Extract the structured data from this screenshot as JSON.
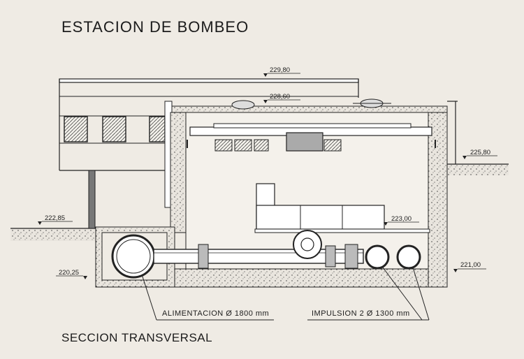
{
  "title": "ESTACION DE BOMBEO",
  "subtitle": "SECCION TRANSVERSAL",
  "elevations": {
    "roof": "229,80",
    "ceiling": "228,60",
    "ground_right": "225,80",
    "ground_left": "222,85",
    "floor": "223,00",
    "bottom_left": "220,25",
    "bottom_right": "221,00"
  },
  "labels": {
    "feed": "ALIMENTACION Ø 1800 mm",
    "discharge": "IMPULSION 2 Ø 1300 mm"
  }
}
